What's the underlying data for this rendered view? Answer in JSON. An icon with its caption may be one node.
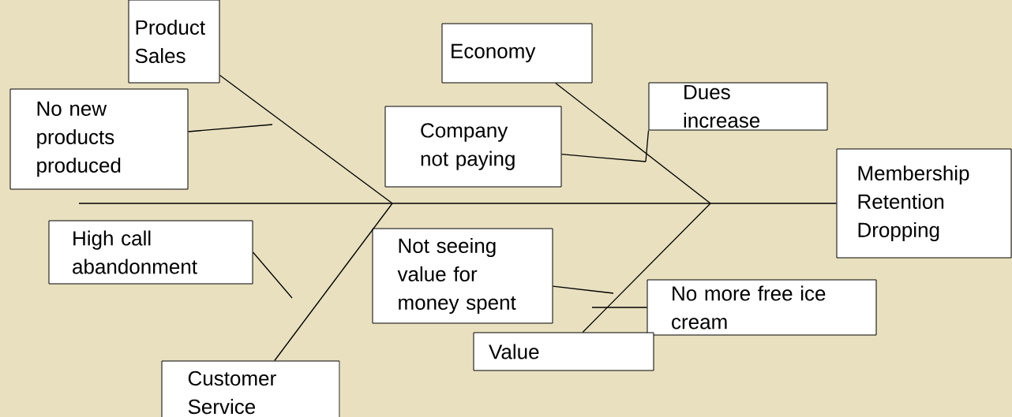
{
  "diagram": {
    "nodes": [
      {
        "text": [
          "Product Sales"
        ]
      },
      {
        "text": [
          "No new products produced"
        ]
      },
      {
        "text": [
          "Economy"
        ]
      },
      {
        "text": [
          "Dues increase"
        ]
      },
      {
        "text": [
          "Company not paying"
        ]
      },
      {
        "text": [
          "Membership Retention Dropping"
        ]
      },
      {
        "text": [
          "High call abandonment"
        ]
      },
      {
        "text": [
          "Not seeing value for money spent"
        ]
      },
      {
        "text": [
          "No more free ice cream"
        ]
      },
      {
        "text": [
          "Customer Service"
        ]
      },
      {
        "text": [
          "Value"
        ]
      }
    ],
    "edges": [
      {
        "from": null,
        "to": 5,
        "arrow": "none"
      },
      {
        "from": 0,
        "to": null,
        "arrow": "none"
      },
      {
        "from": 2,
        "to": null,
        "arrow": "none"
      },
      {
        "from": 9,
        "to": null,
        "arrow": "none"
      },
      {
        "from": 10,
        "to": null,
        "arrow": "none"
      },
      {
        "from": 1,
        "to": null,
        "arrow": "none"
      },
      {
        "from": 3,
        "to": null,
        "arrow": "none"
      },
      {
        "from": 4,
        "to": null,
        "arrow": "none"
      },
      {
        "from": 6,
        "to": null,
        "arrow": "none"
      },
      {
        "from": 7,
        "to": null,
        "arrow": "none"
      },
      {
        "from": 8,
        "to": null,
        "arrow": "none"
      }
    ]
  }
}
